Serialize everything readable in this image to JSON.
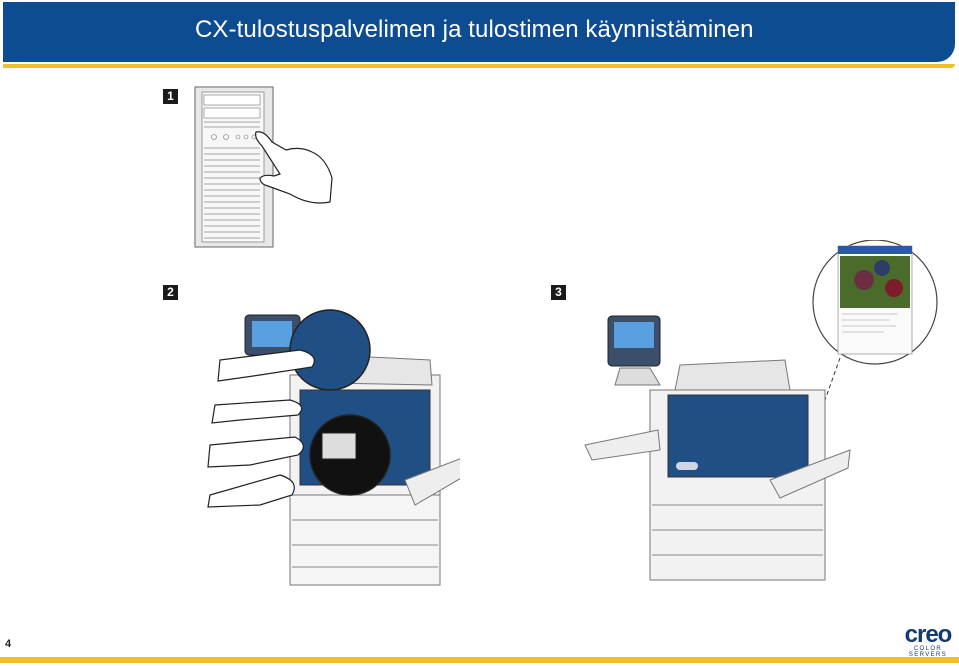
{
  "header": {
    "title": "CX-tulostuspalvelimen ja tulostimen käynnistäminen"
  },
  "steps": [
    "1",
    "2",
    "3"
  ],
  "footer": {
    "page_number": "4"
  },
  "logo": {
    "word": "creo",
    "tagline": "COLOR SERVERS"
  },
  "colors": {
    "brand_blue": "#0e4c92",
    "accent_yellow": "#f0c02a",
    "printer_blue": "#1f4f84"
  }
}
